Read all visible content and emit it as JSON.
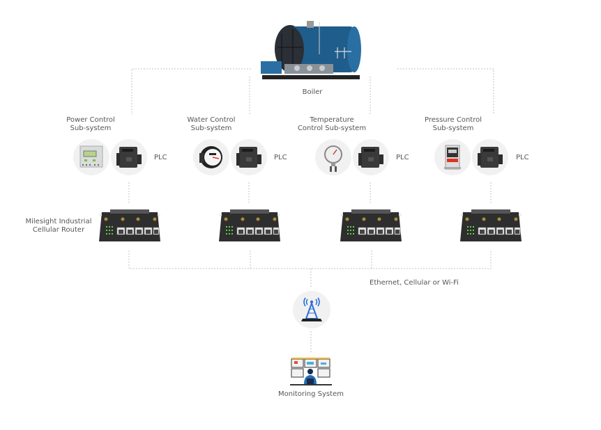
{
  "diagram": {
    "boiler": {
      "label": "Boiler",
      "icon": "boiler-icon"
    },
    "subsystems": [
      {
        "name": "Power Control Sub-system",
        "line1": "Power Control",
        "line2": "Sub-system",
        "device_icon": "power-meter-icon",
        "controller_label": "PLC"
      },
      {
        "name": "Water Control Sub-system",
        "line1": "Water Control",
        "line2": "Sub-system",
        "device_icon": "water-meter-icon",
        "controller_label": "PLC"
      },
      {
        "name": "Temperature Control Sub-system",
        "line1": "Temperature",
        "line2": "Control Sub-system",
        "device_icon": "pressure-gauge-icon",
        "controller_label": "PLC"
      },
      {
        "name": "Pressure Control Sub-system",
        "line1": "Pressure Control",
        "line2": "Sub-system",
        "device_icon": "flow-controller-icon",
        "controller_label": "PLC"
      }
    ],
    "router": {
      "line1": "Milesight Industrial",
      "line2": "Cellular Router",
      "icon": "router-icon"
    },
    "network": {
      "label": "Ethernet, Cellular or Wi-Fi",
      "icon": "cell-tower-icon"
    },
    "monitoring": {
      "label": "Monitoring System",
      "icon": "monitoring-station-icon"
    },
    "colors": {
      "line": "#b9c4cf",
      "circle": "#f1f1f1",
      "boiler_blue": "#1f5d8c",
      "tower_blue": "#2a6fd6"
    }
  }
}
